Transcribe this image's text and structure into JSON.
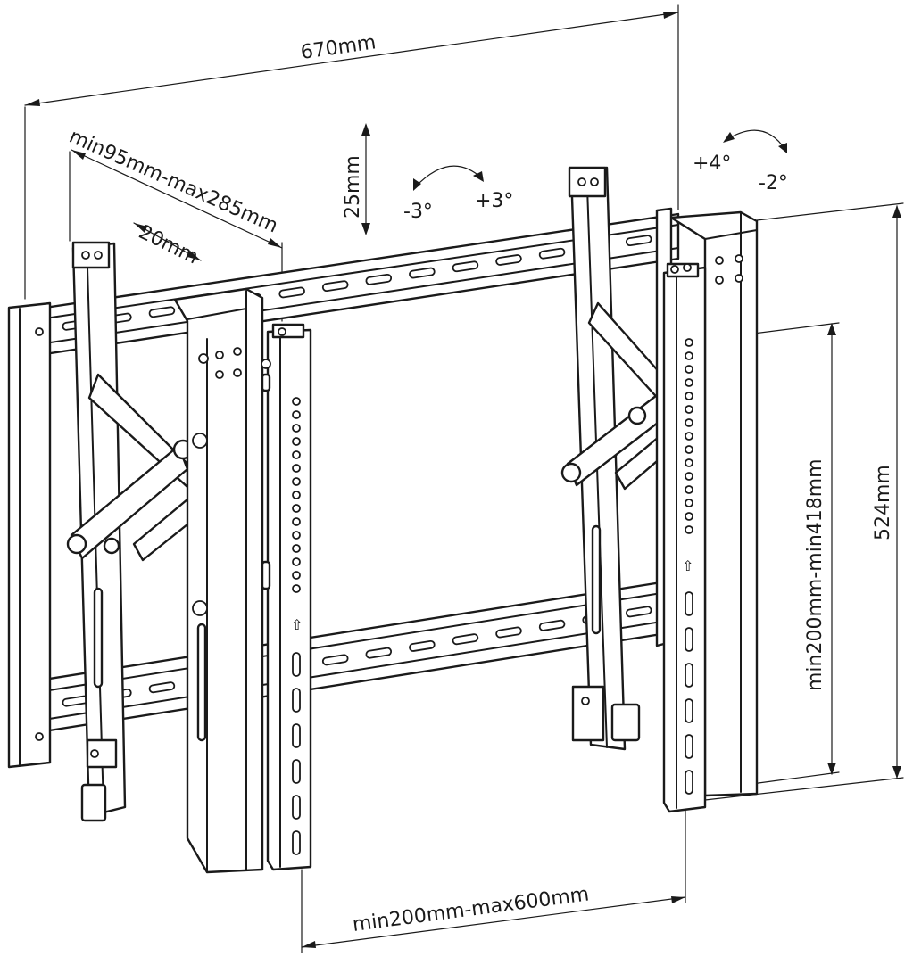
{
  "dimensions": {
    "width_overall": "670mm",
    "arm_depth": "min95mm-max285mm",
    "arm_gap": "20mm",
    "vertical_adjust": "25mm",
    "tilt_minus": "-3°",
    "tilt_plus": "+3°",
    "swivel_plus": "+4°",
    "swivel_minus": "-2°",
    "height_range": "min200mm-min418mm",
    "height_overall": "524mm",
    "width_range": "min200mm-max600mm"
  }
}
